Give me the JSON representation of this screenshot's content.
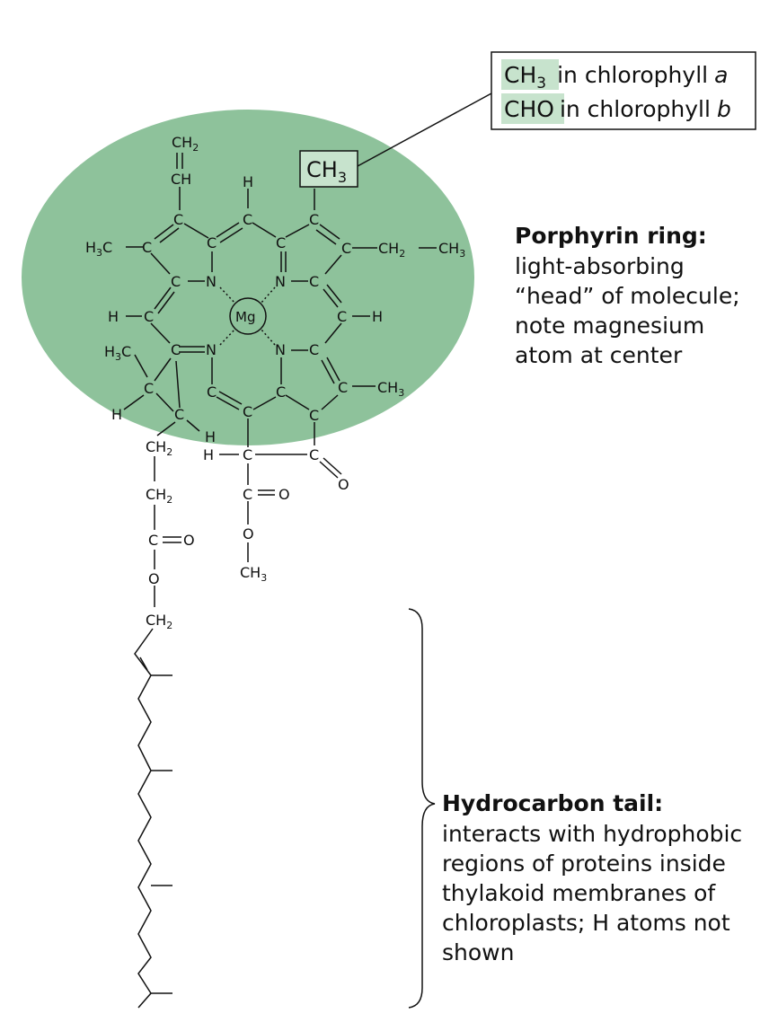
{
  "colors": {
    "porphyrin_fill": "#8ec29b",
    "highlight_fill": "#c7e3cd",
    "text": "#111111"
  },
  "substituent_box": {
    "row_a_formula": "CH",
    "row_a_sub": "3",
    "row_a_text": "in chlorophyll",
    "row_a_letter": "a",
    "row_b_formula": "CHO",
    "row_b_text": "in chlorophyll",
    "row_b_letter": "b"
  },
  "ring_box": {
    "formula": "CH",
    "sub": "3"
  },
  "porphyrin_label": {
    "heading": "Porphyrin ring:",
    "lines": [
      "light-absorbing",
      "“head” of molecule;",
      "note magnesium",
      "atom at center"
    ]
  },
  "tail_label": {
    "heading": "Hydrocarbon tail:",
    "lines": [
      "interacts with hydrophobic",
      "regions of proteins inside",
      "thylakoid membranes of",
      "chloroplasts; H atoms not",
      "shown"
    ]
  },
  "atoms": {
    "C": "C",
    "N": "N",
    "H": "H",
    "O": "O",
    "Mg": "Mg",
    "CH2": "CH",
    "CH": "CH",
    "H3C": "H",
    "CH3": "CH",
    "sub2": "2",
    "sub3": "3"
  }
}
